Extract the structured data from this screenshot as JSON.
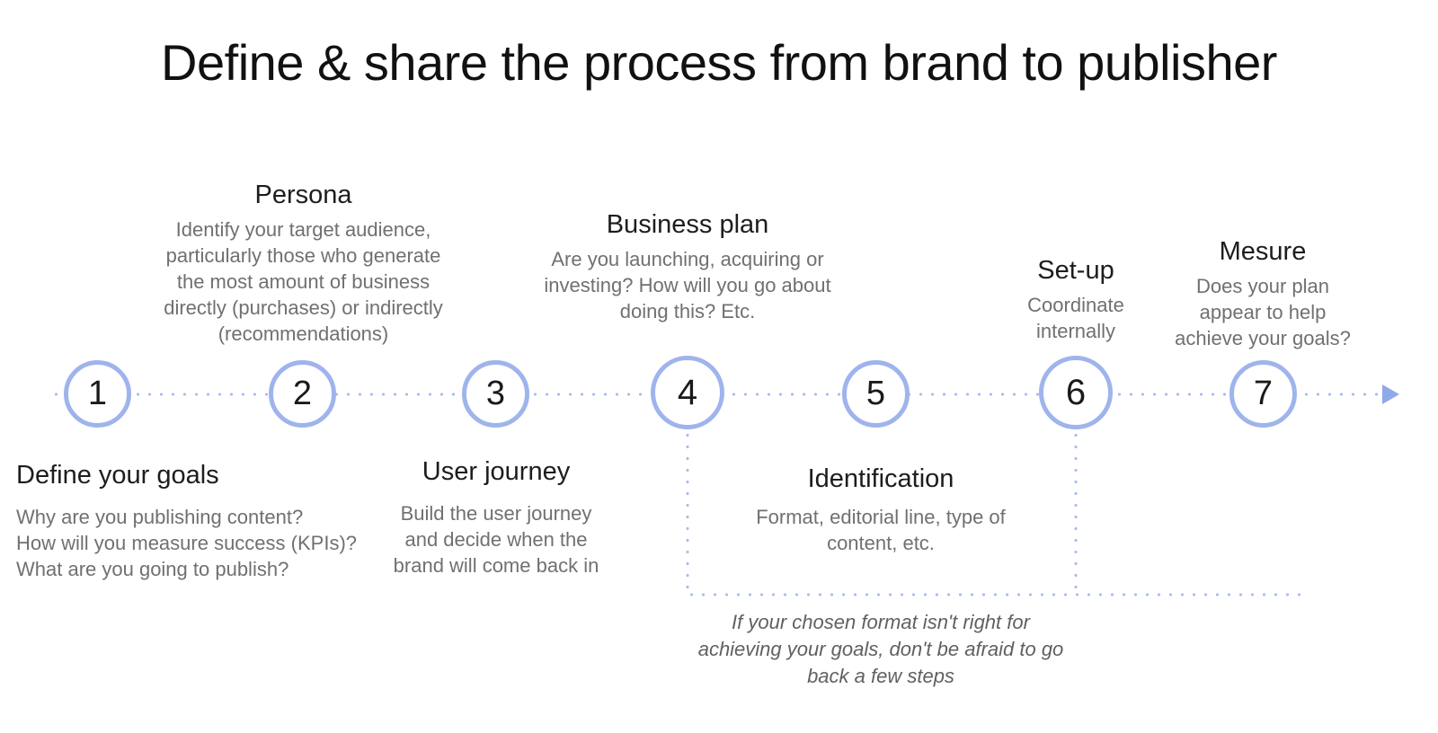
{
  "title": "Define & share the process from brand to publisher",
  "theme": {
    "accent": "#9fb4ec",
    "dot": "#a9bcef",
    "arrow": "#8fa8e8",
    "heading_color": "#1d1d1d",
    "body_color": "#6f7073",
    "background": "#ffffff"
  },
  "steps": [
    {
      "number": "1",
      "heading": "Define your goals",
      "body": "Why are you publishing content?\nHow will you measure success (KPIs)?\nWhat are you going to publish?",
      "body_lines": [
        "Why are you publishing content?",
        "How will you measure success (KPIs)?",
        "What are you going to publish?"
      ],
      "position": "below",
      "align": "left"
    },
    {
      "number": "2",
      "heading": "Persona",
      "body": "Identify your target audience, particularly those who generate the most amount of business directly (purchases) or indirectly (recommendations)",
      "body_lines": [
        "Identify your target audience,",
        "particularly those who generate",
        "the most amount of business",
        "directly (purchases) or indirectly",
        "(recommendations)"
      ],
      "position": "above",
      "align": "center"
    },
    {
      "number": "3",
      "heading": "User journey",
      "body": "Build the user journey and decide when the brand will come back in",
      "body_lines": [
        "Build the user journey",
        "and decide when the",
        "brand will come back in"
      ],
      "position": "below",
      "align": "center"
    },
    {
      "number": "4",
      "heading": "Business plan",
      "body": "Are you launching, acquiring or investing? How will you go about doing this? Etc.",
      "body_lines": [
        "Are you launching, acquiring or",
        "investing? How will you go about",
        "doing this? Etc."
      ],
      "position": "above",
      "align": "center"
    },
    {
      "number": "5",
      "heading": "Identification",
      "body": "Format, editorial line, type of content, etc.",
      "body_lines": [
        "Format, editorial line, type of",
        "content, etc."
      ],
      "position": "below",
      "align": "center"
    },
    {
      "number": "6",
      "heading": "Set-up",
      "body": "Coordinate internally",
      "body_lines": [
        "Coordinate",
        "internally"
      ],
      "position": "above",
      "align": "center"
    },
    {
      "number": "7",
      "heading": "Mesure",
      "body": "Does your plan appear to help achieve your goals?",
      "body_lines": [
        "Does your plan",
        "appear to help",
        "achieve your goals?"
      ],
      "position": "above",
      "align": "center"
    }
  ],
  "feedback_loop": {
    "from_step": "6",
    "to_step": "4",
    "note": "If your chosen format isn't right for achieving your goals, don't be afraid to go back a few steps",
    "note_lines": [
      "If your chosen format isn't right for",
      "achieving your goals, don't be afraid to go",
      "back a few steps"
    ]
  }
}
